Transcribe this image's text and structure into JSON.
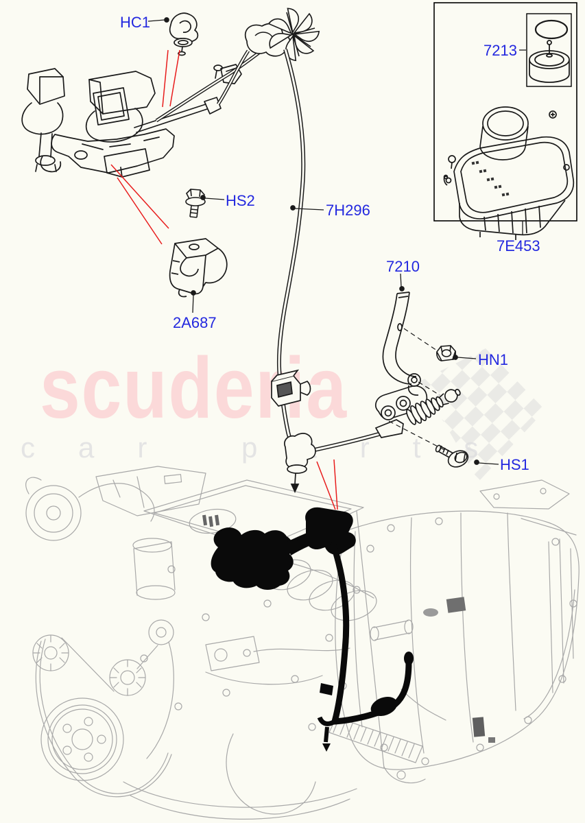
{
  "watermark": {
    "brand_text": "scuderia",
    "sub_text": "car parts"
  },
  "labels": {
    "hc1": "HC1",
    "p7213": "7213",
    "p7e453": "7E453",
    "hs2": "HS2",
    "p7h296": "7H296",
    "p2a687": "2A687",
    "p7210": "7210",
    "hn1": "HN1",
    "hs1": "HS1"
  },
  "colors": {
    "label_blue": "#2328df",
    "arrow_red": "#e81c1c",
    "watermark_pink": "#fbd9d9",
    "watermark_gray": "#e4e4e4",
    "sketch_gray": "#a8a8a8",
    "line_black": "#1a1a1a",
    "background": "#fbfbf3"
  }
}
